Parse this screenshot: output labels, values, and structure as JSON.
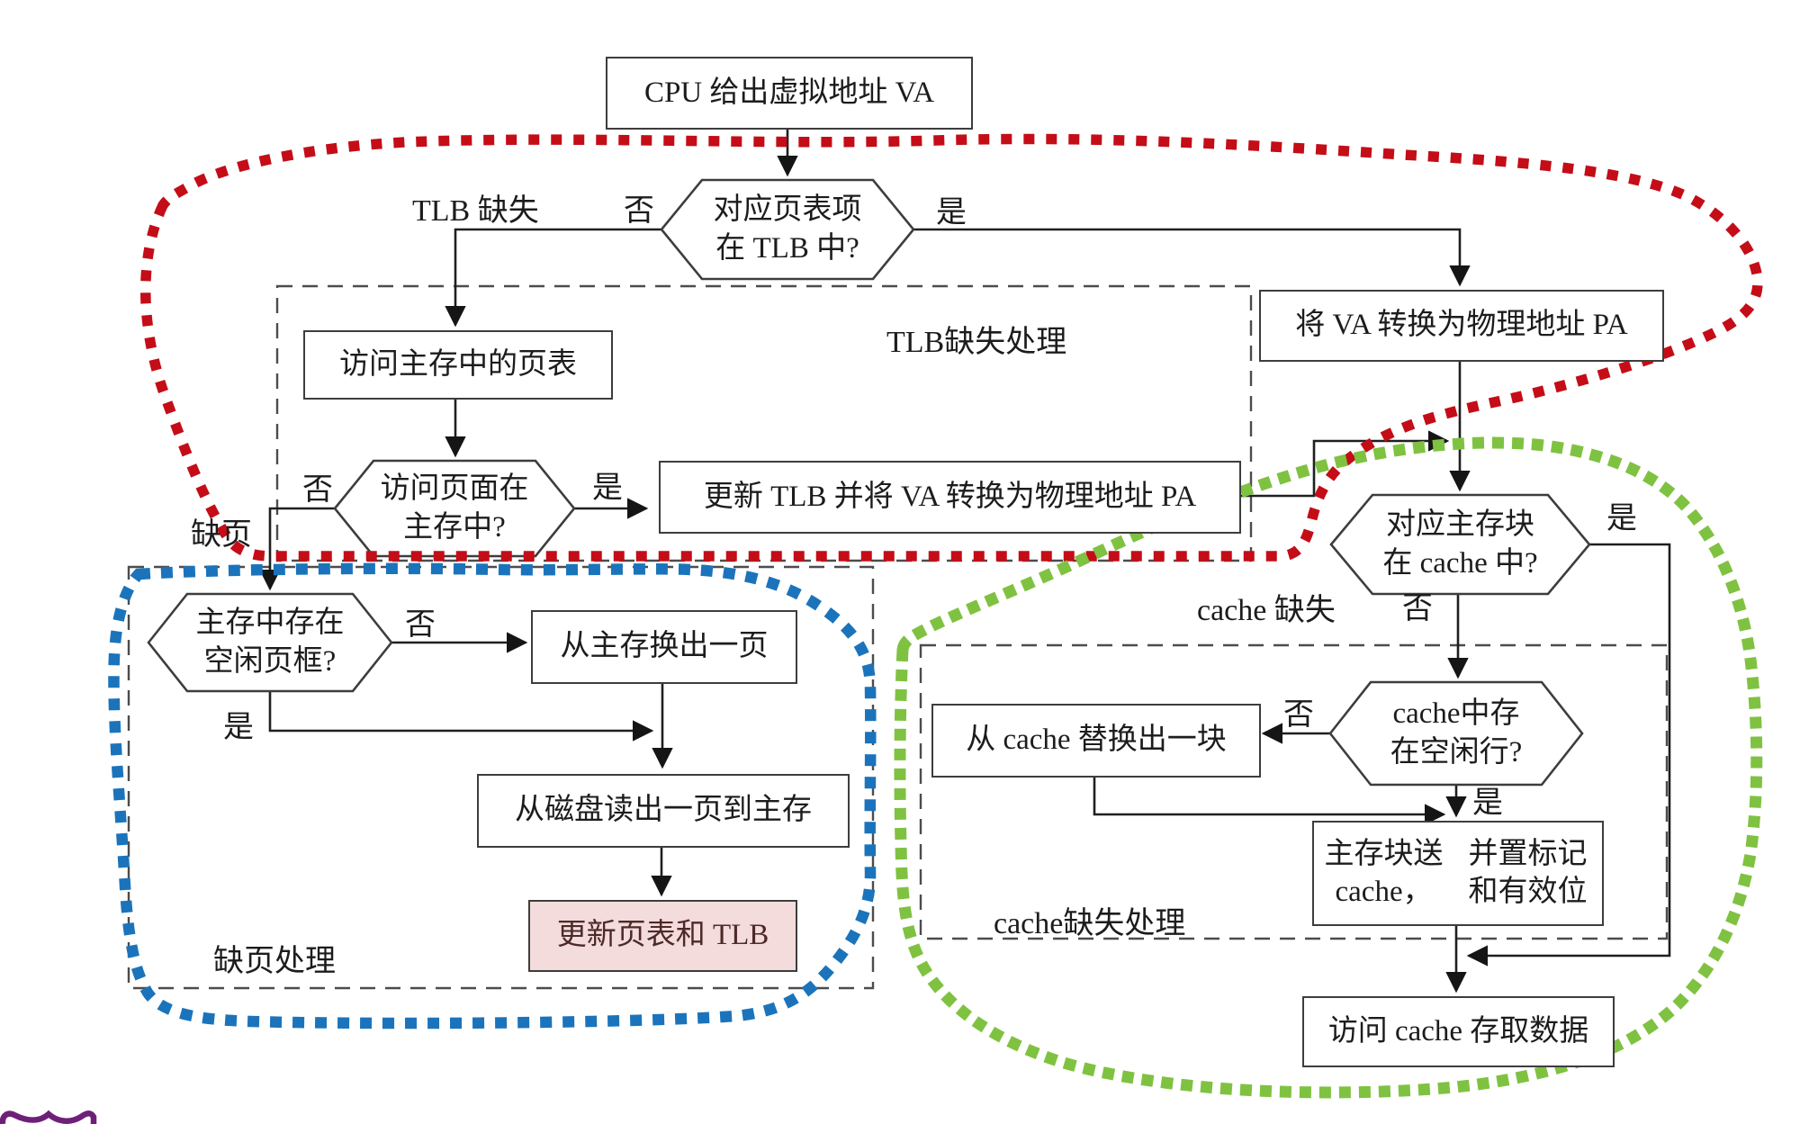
{
  "labels": {
    "yes": "是",
    "no": "否",
    "tlb_miss": "TLB 缺失",
    "page_fault": "缺页",
    "cache_miss": "cache 缺失",
    "tlb_miss_handling": "TLB缺失处理",
    "page_fault_handling": "缺页处理",
    "cache_miss_handling": "cache缺失处理"
  },
  "nodes": {
    "cpu_va": "CPU 给出虚拟地址 VA",
    "access_page_table": "访问主存中的页表",
    "update_tlb": "更新 TLB 并将 VA 转换为物理地址 PA",
    "translate_pa": "将 VA 转换为物理地址 PA",
    "evict_page": "从主存换出一页",
    "read_disk": "从磁盘读出一页到主存",
    "update_pt_tlb": "更新页表和 TLB",
    "evict_line": "从 cache 替换出一块",
    "load_block_1": "主存块送 cache，",
    "load_block_2": "并置标记和有效位",
    "access_cache": "访问 cache 存取数据"
  },
  "decisions": {
    "in_tlb_1": "对应页表项",
    "in_tlb_2": "在 TLB 中?",
    "page_in_mem_1": "访问页面在",
    "page_in_mem_2": "主存中?",
    "block_in_cache_1": "对应主存块",
    "block_in_cache_2": "在 cache 中?",
    "free_frame_1": "主存中存在",
    "free_frame_2": "空闲页框?",
    "free_line_1": "cache中存",
    "free_line_2": "在空闲行?"
  },
  "colors": {
    "red": "#c40d17",
    "blue": "#1b74bb",
    "green": "#7fc241",
    "pink_fill": "#f3dcdb",
    "purple": "#6e2079",
    "line": "#1f1f1f",
    "dash": "#4c4c4c"
  }
}
